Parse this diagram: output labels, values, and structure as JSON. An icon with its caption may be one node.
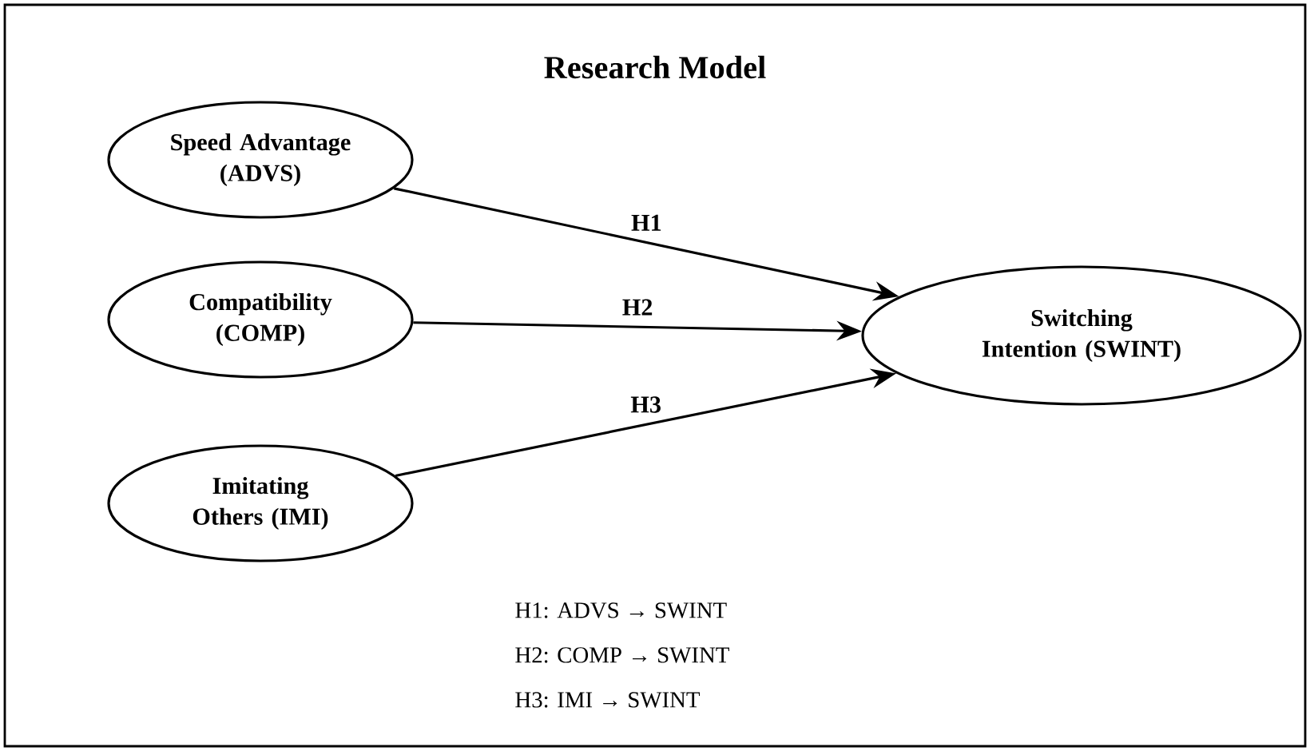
{
  "diagram": {
    "title": "Research Model",
    "nodes": [
      {
        "text": [
          "Speed Advantage (ADVS)"
        ]
      },
      {
        "text": [
          "Compatibility (COMP)"
        ]
      },
      {
        "text": [
          "Imitating Others (IMI)"
        ]
      },
      {
        "text": [
          "Switching Intention (SWINT)"
        ]
      }
    ],
    "edges": [
      {
        "from": 0,
        "to": 3,
        "arrow": "to",
        "label": "H1"
      },
      {
        "from": 1,
        "to": 3,
        "arrow": "to",
        "label": "H2"
      },
      {
        "from": 2,
        "to": 3,
        "arrow": "to",
        "label": "H3"
      }
    ],
    "labels": [
      "H1: ADVS → SWINT",
      "H2: COMP → SWINT",
      "H3: IMI → SWINT"
    ]
  }
}
